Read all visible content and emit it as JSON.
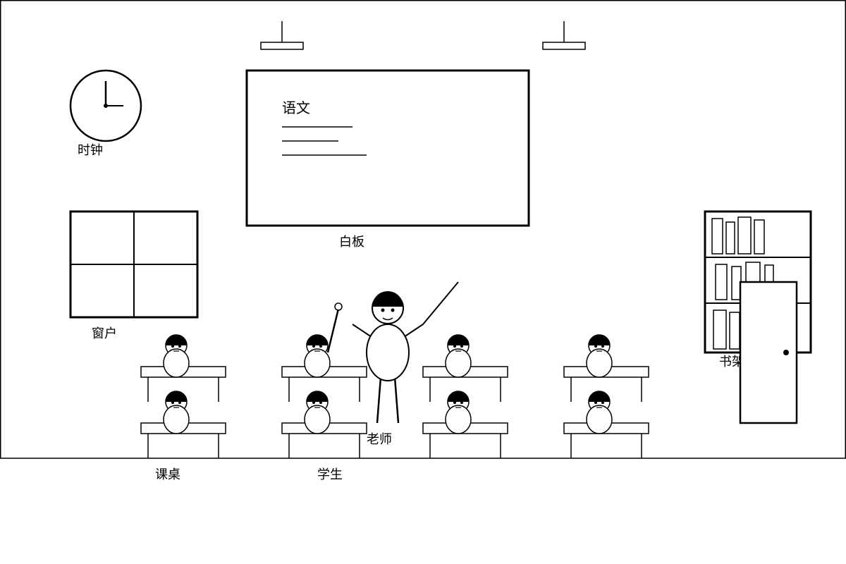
{
  "labels": {
    "clock": "时钟",
    "whiteboard": "白板",
    "whiteboard_text": "语文",
    "window": "窗户",
    "bookshelf": "书架",
    "teacher": "老师",
    "desk": "课桌",
    "student": "学生"
  },
  "colors": {
    "stroke": "#000000",
    "background": "#ffffff"
  }
}
